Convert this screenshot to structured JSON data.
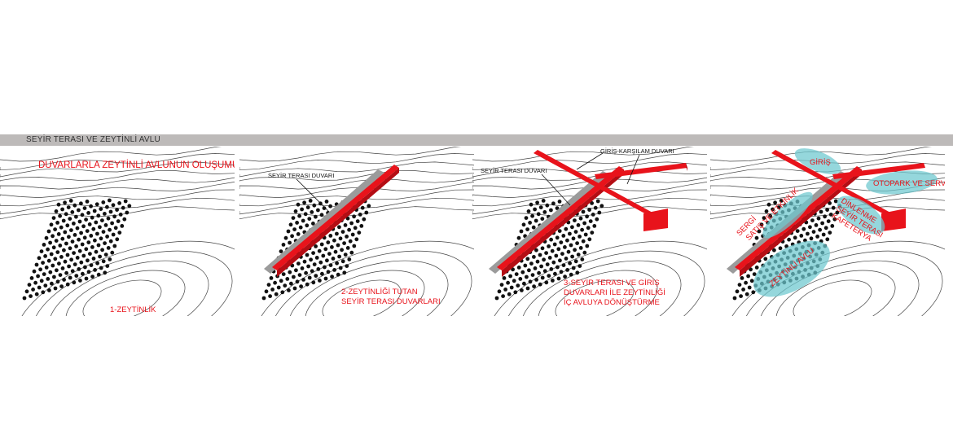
{
  "header": {
    "title": "SEYİR TERASI VE ZEYTİNLİ AVLU"
  },
  "panels": [
    {
      "title": "DUVARLARLA   ZEYTİNLİ AVLUNUN OLUŞUMU",
      "labels": [
        "1-ZEYTİNLİK"
      ]
    },
    {
      "wall_label": "SEYİR TERASI DUVARI",
      "labels": [
        "2-ZEYTİNLİĞİ TUTAN",
        "SEYİR TERASI  DUVARLARI"
      ]
    },
    {
      "wall_label": "SEYİR TERASI DUVARI",
      "entry_wall_label": "GİRİŞ-KARŞILAM DUVARI",
      "labels": [
        "3-SEYİR TERASI VE GİRİŞ",
        "DUVARLARI  İLE ZEYTİNLİĞİ",
        "İÇ AVLUYA DÖNÜŞTÜRME"
      ]
    },
    {
      "zones": {
        "entry": "GİRİŞ",
        "parking": "OTOPARK VE SERVİS",
        "rest_1": "DİNLENME",
        "rest_2": "SEYİR TERASI",
        "rest_3": "KAFETERYA",
        "exhibit_1": "SERGİ",
        "exhibit_2": "SATIŞ VE ETKİNLİK",
        "olive": "ZEYTİNLİ AVLU"
      }
    }
  ],
  "colors": {
    "wall_red": "#e8131b",
    "zone_cyan": "#6cc8cf",
    "header_bg": "#bdbab9",
    "contour": "#444444",
    "tree": "#111111"
  }
}
